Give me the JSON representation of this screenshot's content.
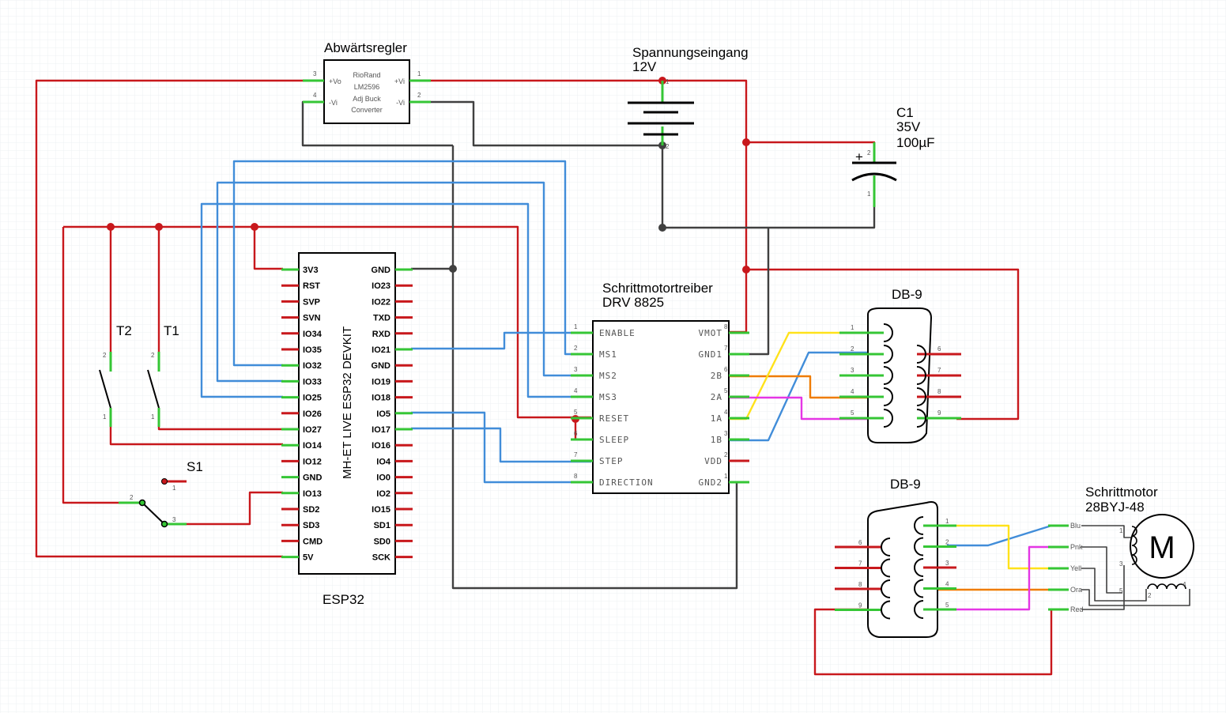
{
  "labels": {
    "buck_title": "Abwärtsregler",
    "buck_l1": "RioRand",
    "buck_l2": "LM2596",
    "buck_l3": "Adj Buck",
    "buck_l4": "Converter",
    "buck_vo_plus": "+Vo",
    "buck_vo_minus": "-Vi",
    "buck_vi_plus": "+Vi",
    "buck_vi_minus": "-Vi",
    "buck_n3": "3",
    "buck_n4": "4",
    "buck_n1": "1",
    "buck_n2": "2",
    "supply_title": "Spannungseingang",
    "supply_voltage": "12V",
    "cap_name": "C1",
    "cap_voltage": "35V",
    "cap_value": "100µF",
    "cap_plus": "+",
    "driver_title": "Schrittmotortreiber",
    "driver_model": "DRV 8825",
    "db9_top": "DB-9",
    "db9_bottom": "DB-9",
    "motor_title": "Schrittmotor",
    "motor_model": "28BYJ-48",
    "motor_symbol": "M",
    "esp_chip": "MH-ET LIVE ESP32 DEVKIT",
    "esp_name": "ESP32",
    "t2": "T2",
    "t1": "T1",
    "s1": "S1"
  },
  "esp_left_pins": [
    "3V3",
    "RST",
    "SVP",
    "SVN",
    "IO34",
    "IO35",
    "IO32",
    "IO33",
    "IO25",
    "IO26",
    "IO27",
    "IO14",
    "IO12",
    "GND",
    "IO13",
    "SD2",
    "SD3",
    "CMD",
    "5V"
  ],
  "esp_right_pins": [
    "GND",
    "IO23",
    "IO22",
    "TXD",
    "RXD",
    "IO21",
    "GND",
    "IO19",
    "IO18",
    "IO5",
    "IO17",
    "IO16",
    "IO4",
    "IO0",
    "IO2",
    "IO15",
    "SD1",
    "SD0",
    "SCK"
  ],
  "driver_left_pins": [
    {
      "name": "ENABLE",
      "num": "1"
    },
    {
      "name": "MS1",
      "num": "2"
    },
    {
      "name": "MS2",
      "num": "3"
    },
    {
      "name": "MS3",
      "num": "4"
    },
    {
      "name": "RESET",
      "num": "5"
    },
    {
      "name": "SLEEP",
      "num": "6"
    },
    {
      "name": "STEP",
      "num": "7"
    },
    {
      "name": "DIRECTION",
      "num": "8"
    }
  ],
  "driver_right_pins": [
    {
      "name": "VMOT",
      "num": "8"
    },
    {
      "name": "GND1",
      "num": "7"
    },
    {
      "name": "2B",
      "num": "6"
    },
    {
      "name": "2A",
      "num": "5"
    },
    {
      "name": "1A",
      "num": "4"
    },
    {
      "name": "1B",
      "num": "3"
    },
    {
      "name": "VDD",
      "num": "2"
    },
    {
      "name": "GND2",
      "num": "1"
    }
  ],
  "db9_top_nums_left": [
    "1",
    "2",
    "3",
    "4",
    "5"
  ],
  "db9_top_nums_right": [
    "6",
    "7",
    "8",
    "9"
  ],
  "db9_bottom_nums_right": [
    "1",
    "2",
    "3",
    "4",
    "5"
  ],
  "db9_bottom_nums_left": [
    "6",
    "7",
    "8",
    "9"
  ],
  "motor_wires": [
    "Blu",
    "Pnk",
    "Yell",
    "Ora",
    "Red"
  ],
  "motor_pin_nums": [
    "1",
    "3",
    "5",
    "2",
    "4"
  ],
  "switch_nums": {
    "t2_top": "2",
    "t2_bot": "1",
    "t1_top": "2",
    "t1_bot": "1",
    "s1_1": "1",
    "s1_2": "2",
    "s1_3": "3"
  },
  "cap_pins": {
    "top": "2",
    "bot": "1"
  },
  "supply_pins": {
    "top": "1",
    "bot": "2"
  },
  "colors": {
    "red": "#c8181c",
    "black": "#404040",
    "blue": "#418dd9",
    "yellow": "#ffe21a",
    "orange": "#ef7c00",
    "magenta": "#e536e5",
    "green": "#35c635",
    "grid": "#eef0f3"
  }
}
